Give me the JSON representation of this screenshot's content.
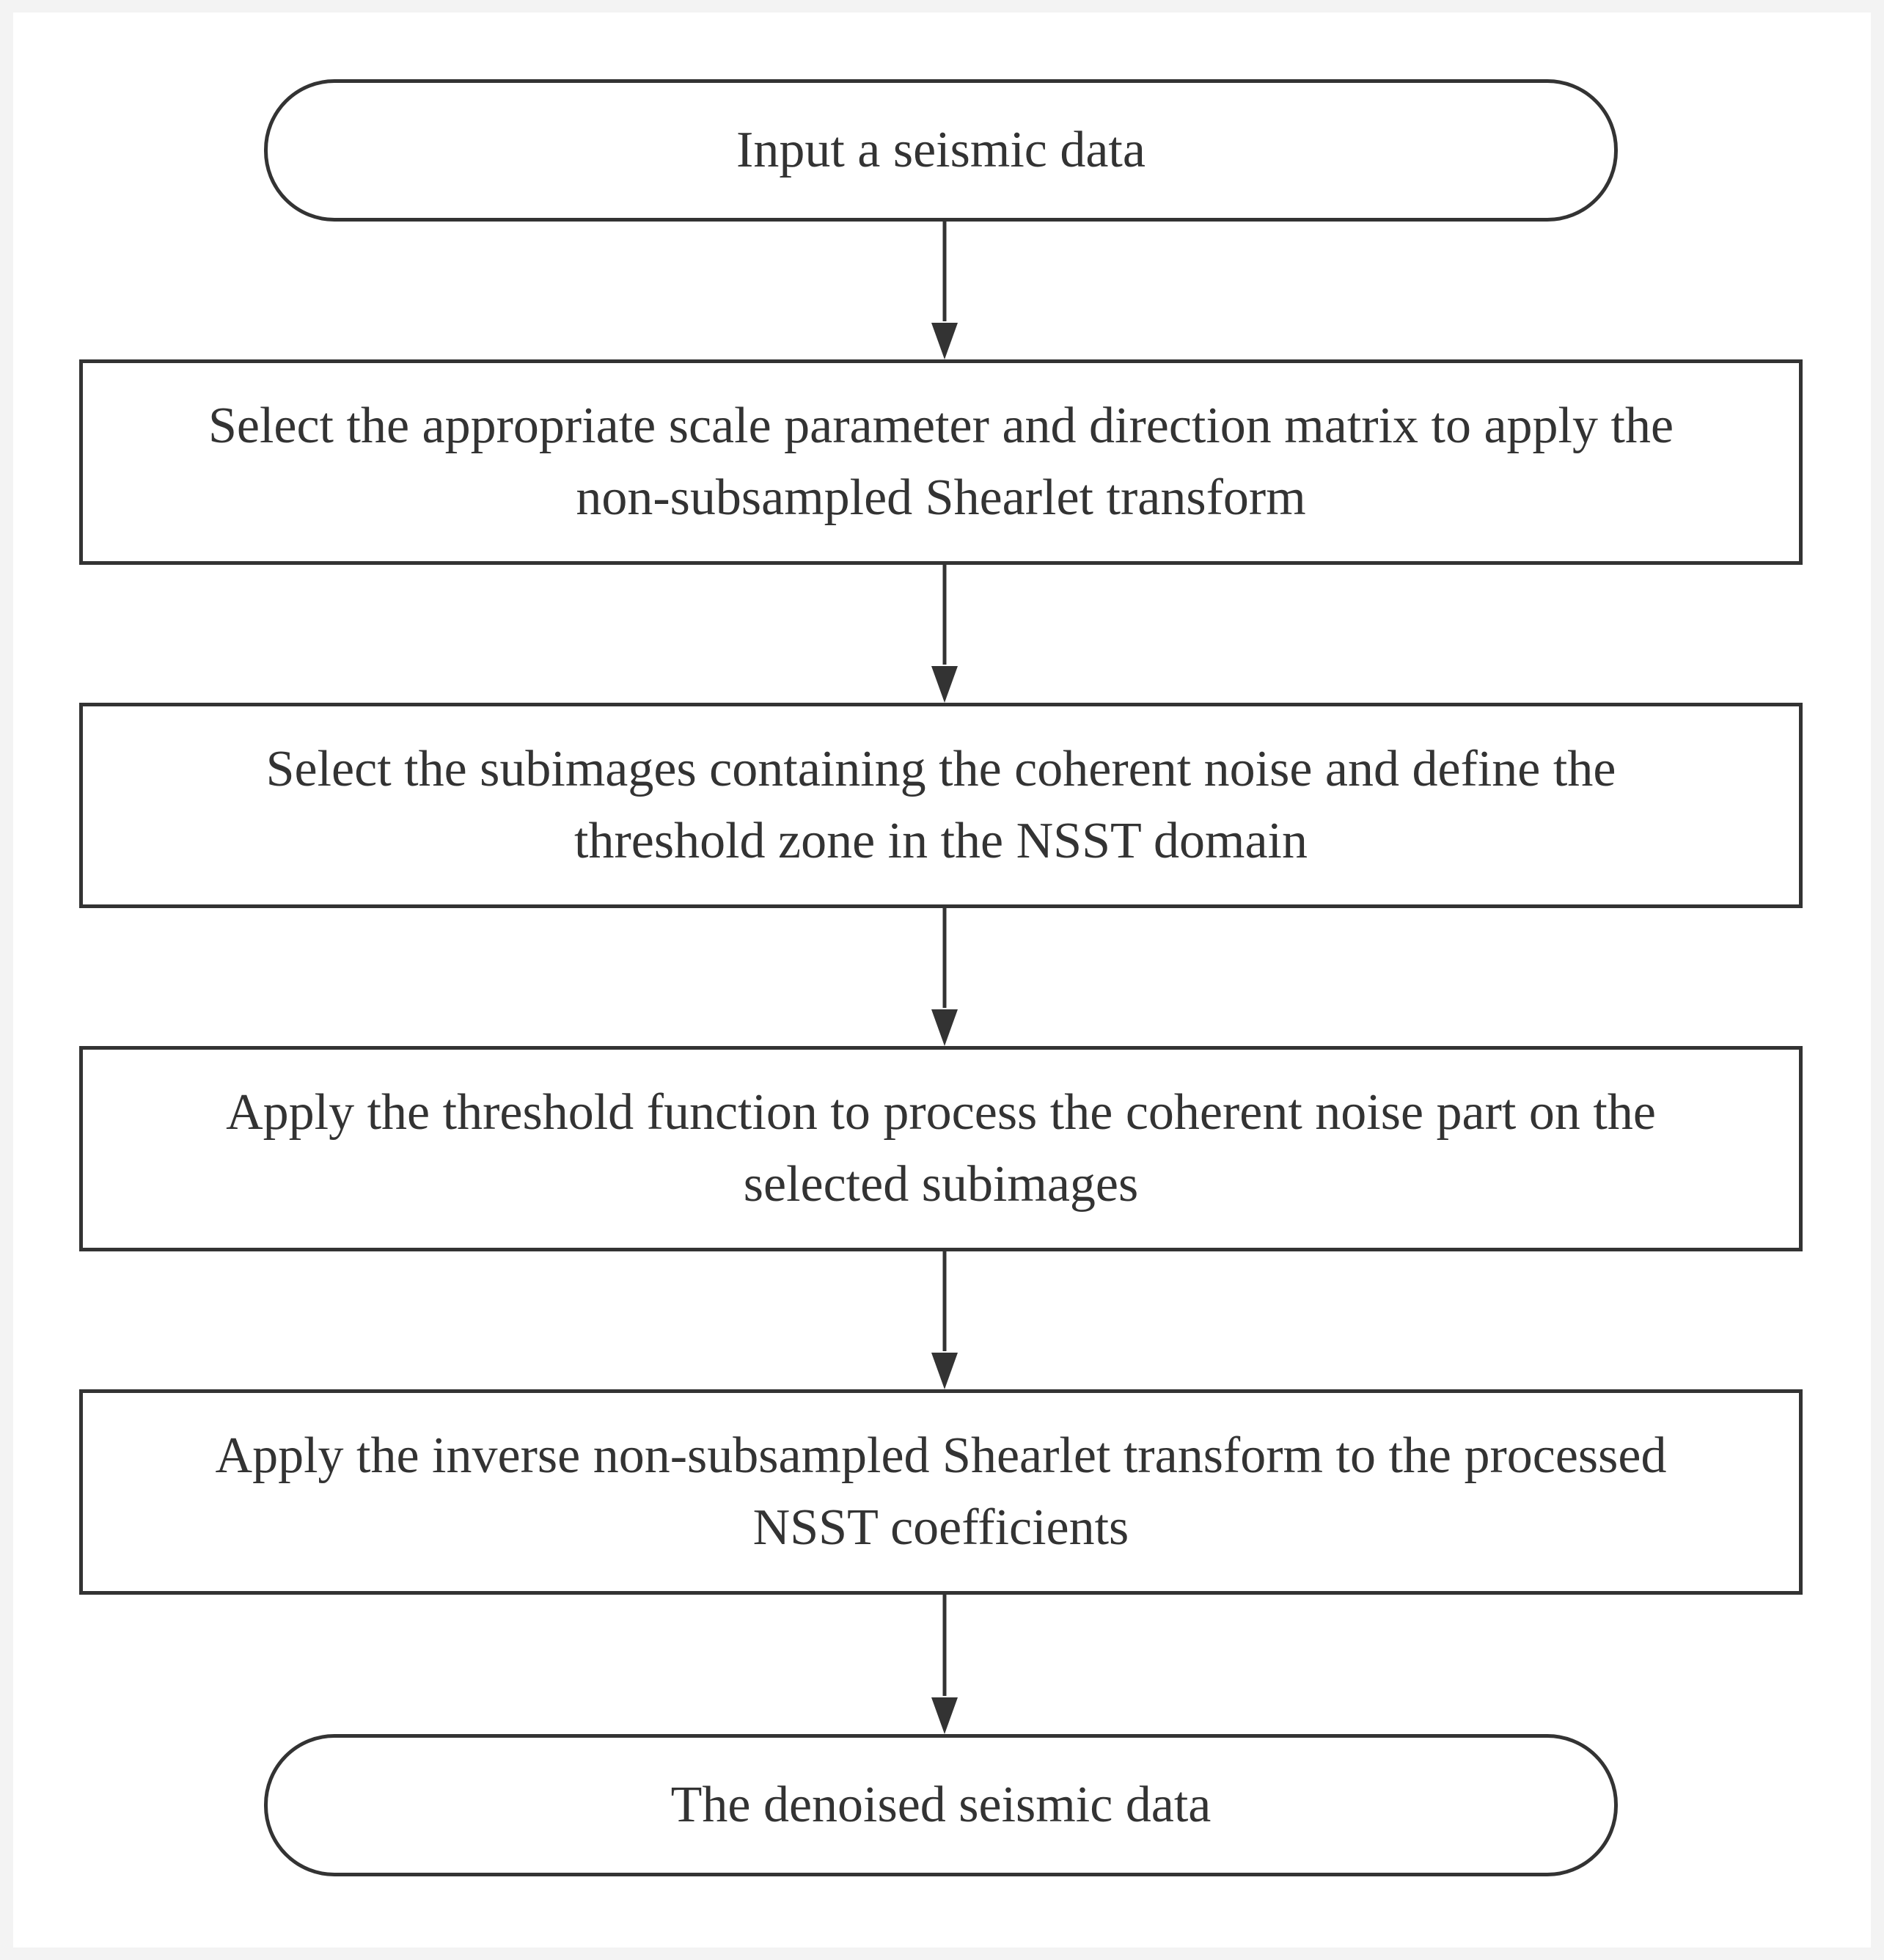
{
  "flowchart": {
    "nodes": [
      {
        "id": "start",
        "shape": "terminal",
        "lines": [
          "Input a seismic data"
        ]
      },
      {
        "id": "step1",
        "shape": "process",
        "lines": [
          "Select the appropriate scale parameter and direction matrix to apply the",
          "non-subsampled Shearlet transform"
        ]
      },
      {
        "id": "step2",
        "shape": "process",
        "lines": [
          "Select the subimages containing the coherent noise and define the",
          "threshold zone in the NSST domain"
        ]
      },
      {
        "id": "step3",
        "shape": "process",
        "lines": [
          "Apply the threshold function to process the coherent noise part on the",
          "selected subimages"
        ]
      },
      {
        "id": "step4",
        "shape": "process",
        "lines": [
          "Apply the inverse non-subsampled Shearlet transform to the processed",
          "NSST coefficients"
        ]
      },
      {
        "id": "end",
        "shape": "terminal",
        "lines": [
          "The denoised seismic data"
        ]
      }
    ],
    "edges": [
      {
        "from": "start",
        "to": "step1"
      },
      {
        "from": "step1",
        "to": "step2"
      },
      {
        "from": "step2",
        "to": "step3"
      },
      {
        "from": "step3",
        "to": "step4"
      },
      {
        "from": "step4",
        "to": "end"
      }
    ],
    "colors": {
      "stroke": "#333333",
      "text": "#333333",
      "fill": "#ffffff",
      "background": "#f3f3f3"
    }
  }
}
